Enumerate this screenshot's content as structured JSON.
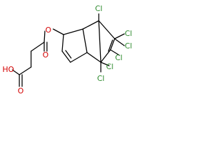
{
  "molecule": {
    "colors": {
      "carbon_bond": "#000000",
      "chlorine": "#2e8b2e",
      "oxygen": "#d40000"
    },
    "atoms": {
      "cl_top": "Cl",
      "cl_right_top": "Cl",
      "cl_right_mid": "Cl",
      "cl_inner_1": "Cl",
      "cl_inner_2": "Cl",
      "cl_bottom": "Cl",
      "ester_o": "O",
      "carbonyl_o": "O",
      "acid_oh": "HO",
      "acid_o": "O"
    }
  }
}
